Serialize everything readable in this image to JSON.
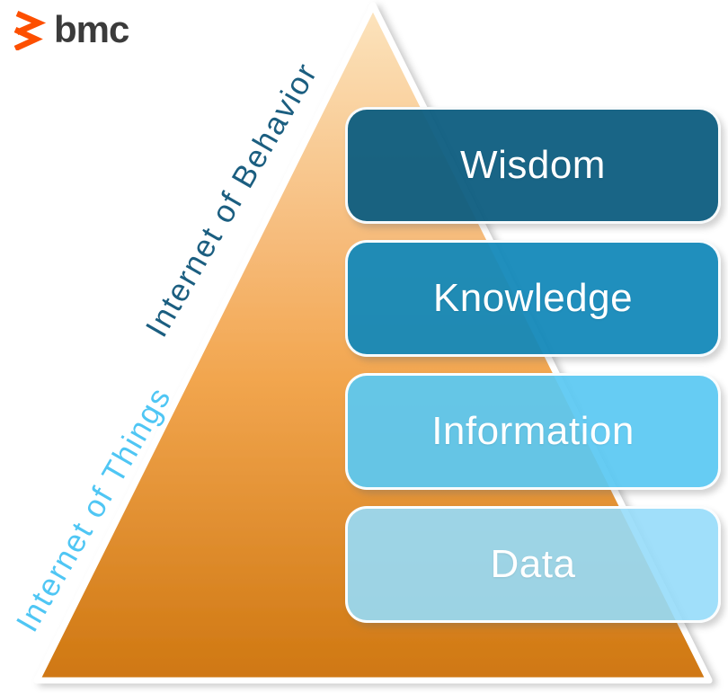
{
  "logo": {
    "text": "bmc",
    "icon_color": "#fd4f00",
    "text_color": "#3b3b3b"
  },
  "diagram": {
    "type": "pyramid",
    "pyramid_gradient": {
      "top": "#fce4be",
      "middle": "#f2a64f",
      "bottom": "#cf7711"
    },
    "side_labels": [
      {
        "label": "Internet of Behavior",
        "color": "#1b5e80"
      },
      {
        "label": "Internet of Things",
        "color": "#4fc6f4"
      }
    ],
    "levels": [
      {
        "label": "Wisdom",
        "color": "#14617f"
      },
      {
        "label": "Knowledge",
        "color": "#2090c0"
      },
      {
        "label": "Information",
        "color": "#66ccf3"
      },
      {
        "label": "Data",
        "color": "#a0dffa"
      }
    ]
  }
}
